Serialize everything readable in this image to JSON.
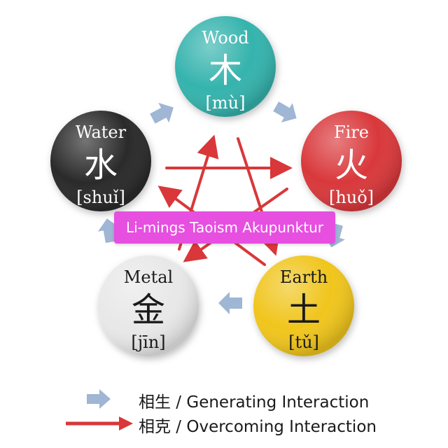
{
  "elements": [
    {
      "key": "wood",
      "name": "Wood",
      "hanzi": "木",
      "pinyin": "[mù]",
      "color": "#35b3ad"
    },
    {
      "key": "fire",
      "name": "Fire",
      "hanzi": "火",
      "pinyin": "[huǒ]",
      "color": "#d9373a"
    },
    {
      "key": "earth",
      "name": "Earth",
      "hanzi": "土",
      "pinyin": "[tǔ]",
      "color": "#f0c51f"
    },
    {
      "key": "metal",
      "name": "Metal",
      "hanzi": "金",
      "pinyin": "[jīn]",
      "color": "#e8e8e8"
    },
    {
      "key": "water",
      "name": "Water",
      "hanzi": "水",
      "pinyin": "[shuǐ]",
      "color": "#2a2a2a"
    }
  ],
  "banner": {
    "text": "Li-mings Taoism Akupunktur",
    "color": "#e64fe0"
  },
  "legend": {
    "generating": {
      "text": "相生 / Generating Interaction",
      "arrow_color": "#9fb6d4",
      "icon": "light-blue-arrow-icon"
    },
    "overcoming": {
      "text": "相克 / Overcoming Interaction",
      "arrow_color": "#d9373a",
      "icon": "red-arrow-icon"
    }
  }
}
